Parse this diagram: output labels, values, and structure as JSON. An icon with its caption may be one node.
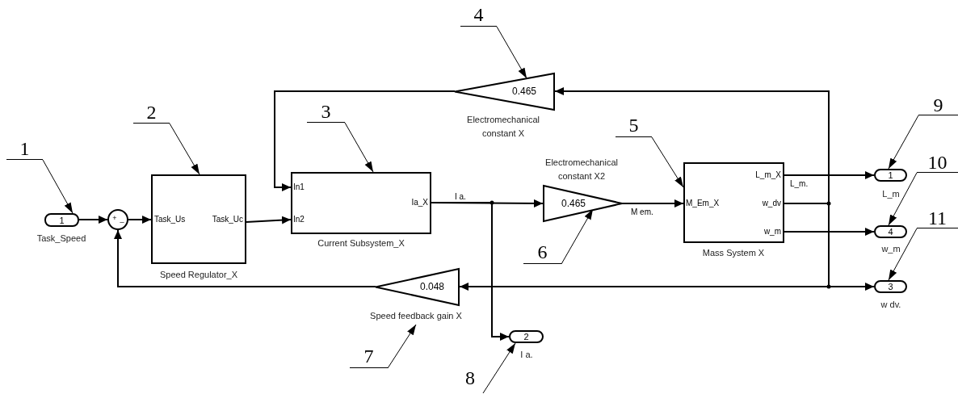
{
  "diagram": {
    "nodes": [
      {
        "text": [
          "1"
        ],
        "beside": [
          "Task_Speed"
        ]
      },
      {
        "text": [
          "+",
          "_"
        ]
      },
      {
        "text": [
          "Task_Us",
          "Task_Uc"
        ],
        "beside": [
          "Speed Regulator_X"
        ]
      },
      {
        "text": [
          "In1",
          "In2",
          "Ia_X"
        ],
        "beside": [
          "Current Subsystem_X"
        ]
      },
      {
        "text": [
          "0.465"
        ],
        "beside": [
          "Electromechanical constant X"
        ]
      },
      {
        "text": [
          "0.465"
        ],
        "beside": [
          "Electromechanical constant X2"
        ]
      },
      {
        "text": [
          "M_Em_X",
          "L_m_X",
          "w_dv",
          "w_m"
        ],
        "beside": [
          "Mass System X"
        ]
      },
      {
        "text": [
          "0.048"
        ],
        "beside": [
          "Speed feedback gain X"
        ]
      },
      {
        "text": [
          "2"
        ],
        "beside": [
          "I a."
        ]
      },
      {
        "text": [
          "1"
        ],
        "beside": [
          "L_m"
        ]
      },
      {
        "text": [
          "4"
        ],
        "beside": [
          "w_m"
        ]
      },
      {
        "text": [
          "3"
        ],
        "beside": [
          "w dv."
        ]
      },
      {
        "text": [
          "1"
        ]
      },
      {
        "text": [
          "2"
        ]
      },
      {
        "text": [
          "3"
        ]
      },
      {
        "text": [
          "4"
        ]
      },
      {
        "text": [
          "5"
        ]
      },
      {
        "text": [
          "6"
        ]
      },
      {
        "text": [
          "7"
        ]
      },
      {
        "text": [
          "8"
        ]
      },
      {
        "text": [
          "9"
        ]
      },
      {
        "text": [
          "10"
        ]
      },
      {
        "text": [
          "11"
        ]
      }
    ],
    "edges": [
      {
        "from": 0,
        "to": 1,
        "arrow": "to"
      },
      {
        "from": 1,
        "to": 2,
        "arrow": "to"
      },
      {
        "from": 2,
        "to": 3,
        "arrow": "to"
      },
      {
        "from": 4,
        "to": 3,
        "arrow": "to"
      },
      {
        "from": 3,
        "to": 5,
        "arrow": "to",
        "label": "I a."
      },
      {
        "from": 3,
        "to": 8,
        "arrow": "to"
      },
      {
        "from": 5,
        "to": 6,
        "arrow": "to",
        "label": "M em."
      },
      {
        "from": 6,
        "to": 9,
        "arrow": "to",
        "label": "L_m."
      },
      {
        "from": 6,
        "to": 11,
        "arrow": "to"
      },
      {
        "from": 6,
        "to": 10,
        "arrow": "to"
      },
      {
        "from": 6,
        "to": 4,
        "arrow": "to"
      },
      {
        "from": 6,
        "to": 7,
        "arrow": "to"
      },
      {
        "from": 7,
        "to": 1,
        "arrow": "to"
      },
      {
        "from": 12,
        "to": 0,
        "arrow": "to"
      },
      {
        "from": 13,
        "to": 2,
        "arrow": "to"
      },
      {
        "from": 14,
        "to": 3,
        "arrow": "to"
      },
      {
        "from": 15,
        "to": 4,
        "arrow": "to"
      },
      {
        "from": 16,
        "to": 6,
        "arrow": "to"
      },
      {
        "from": 17,
        "to": 5,
        "arrow": "to"
      },
      {
        "from": 18,
        "to": 7,
        "arrow": "to"
      },
      {
        "from": 19,
        "to": 8,
        "arrow": "to"
      },
      {
        "from": 20,
        "to": 9,
        "arrow": "to"
      },
      {
        "from": 21,
        "to": 10,
        "arrow": "to"
      },
      {
        "from": 22,
        "to": 11,
        "arrow": "to"
      }
    ]
  }
}
